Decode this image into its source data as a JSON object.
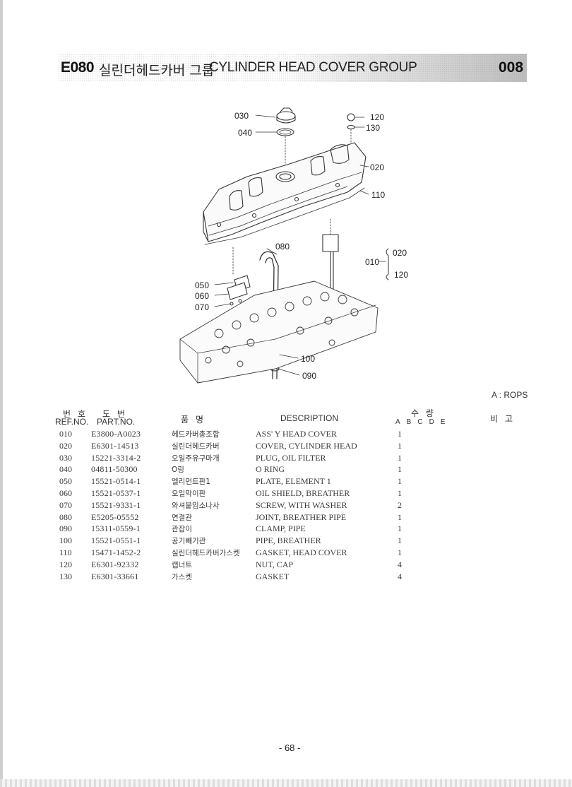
{
  "header": {
    "code": "E080",
    "title_korean": "실린더헤드카버 그룹",
    "title_english": "CYLINDER HEAD COVER GROUP",
    "group_number": "008"
  },
  "diagram": {
    "callouts": {
      "c030": "030",
      "c040": "040",
      "c120": "120",
      "c130": "130",
      "c020": "020",
      "c110": "110",
      "c080": "080",
      "c010": "010",
      "c010_from": "020",
      "c010_to": "120",
      "c050": "050",
      "c060": "060",
      "c070": "070",
      "c100": "100",
      "c090": "090"
    }
  },
  "note": "A : ROPS",
  "table": {
    "header_ref_ko": "번호",
    "header_ref": "REF.NO.",
    "header_part_ko": "도번",
    "header_part": "PART.NO.",
    "header_name_ko": "품명",
    "header_desc": "DESCRIPTION",
    "header_qty_ko": "수량",
    "qty_columns": [
      "A",
      "B",
      "C",
      "D",
      "E"
    ],
    "header_remarks_ko": "비고",
    "rows": [
      {
        "ref": "010",
        "part": "E3800-A0023",
        "name_ko": "헤드카버총조합",
        "desc": "ASS' Y HEAD COVER",
        "qty": "1"
      },
      {
        "ref": "020",
        "part": "E6301-14513",
        "name_ko": "실린더헤드카버",
        "desc": "COVER, CYLINDER HEAD",
        "qty": "1"
      },
      {
        "ref": "030",
        "part": "15221-3314-2",
        "name_ko": "오일주유구마개",
        "desc": "PLUG, OIL FILTER",
        "qty": "1"
      },
      {
        "ref": "040",
        "part": "04811-50300",
        "name_ko": "O링",
        "desc": "O RING",
        "qty": "1"
      },
      {
        "ref": "050",
        "part": "15521-0514-1",
        "name_ko": "엘리먼트판1",
        "desc": "PLATE, ELEMENT 1",
        "qty": "1"
      },
      {
        "ref": "060",
        "part": "15521-0537-1",
        "name_ko": "오일막이판",
        "desc": "OIL SHIELD, BREATHER",
        "qty": "1"
      },
      {
        "ref": "070",
        "part": "15521-9331-1",
        "name_ko": "와셔붙임소나사",
        "desc": "SCREW, WITH WASHER",
        "qty": "2"
      },
      {
        "ref": "080",
        "part": "E5205-05552",
        "name_ko": "연결관",
        "desc": "JOINT, BREATHER PIPE",
        "qty": "1"
      },
      {
        "ref": "090",
        "part": "15311-0559-1",
        "name_ko": "관잡이",
        "desc": "CLAMP, PIPE",
        "qty": "1"
      },
      {
        "ref": "100",
        "part": "15521-0551-1",
        "name_ko": "공기빼기관",
        "desc": "PIPE, BREATHER",
        "qty": "1"
      },
      {
        "ref": "110",
        "part": "15471-1452-2",
        "name_ko": "실린더헤드카버가스켓",
        "desc": "GASKET, HEAD COVER",
        "qty": "1"
      },
      {
        "ref": "120",
        "part": "E6301-92332",
        "name_ko": "캡너트",
        "desc": "NUT, CAP",
        "qty": "4"
      },
      {
        "ref": "130",
        "part": "E6301-33661",
        "name_ko": "가스켓",
        "desc": "GASKET",
        "qty": "4"
      }
    ]
  },
  "page_number": "- 68 -"
}
